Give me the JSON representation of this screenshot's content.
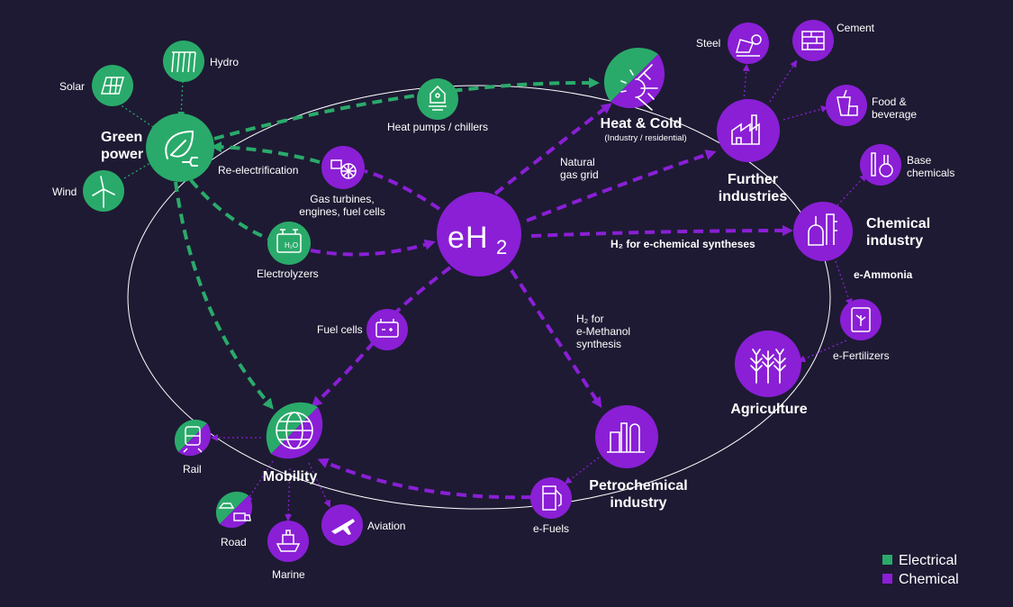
{
  "colors": {
    "background": "#1e1a33",
    "electrical": "#2aaa6a",
    "chemical": "#8a1fd6"
  },
  "center": {
    "label_e": "e",
    "label_h": "H",
    "label_sub": "2"
  },
  "labels": {
    "green_power": "Green\npower",
    "solar": "Solar",
    "hydro": "Hydro",
    "wind": "Wind",
    "heat_pumps": "Heat pumps / chillers",
    "re_electrification": "Re-electrification",
    "gas_turbines": "Gas turbines,\nengines, fuel cells",
    "electrolyzers": "Electrolyzers",
    "heat_cold": "Heat & Cold",
    "heat_cold_sub": "(Industry / residential)",
    "natural_gas_grid": "Natural\ngas grid",
    "steel": "Steel",
    "cement": "Cement",
    "food_beverage": "Food &\nbeverage",
    "further_industries": "Further\nindustries",
    "base_chemicals": "Base\nchemicals",
    "chemical_industry": "Chemical\nindustry",
    "e_chemical": "H₂ for e-chemical syntheses",
    "e_ammonia": "e-Ammonia",
    "e_fertilizers": "e-Fertilizers",
    "agriculture": "Agriculture",
    "fuel_cells": "Fuel cells",
    "e_methanol": "H₂ for\ne-Methanol\nsynthesis",
    "petrochemical": "Petrochemical\nindustry",
    "e_fuels": "e-Fuels",
    "mobility": "Mobility",
    "rail": "Rail",
    "road": "Road",
    "marine": "Marine",
    "aviation": "Aviation"
  },
  "legend": [
    {
      "label": "Electrical",
      "color": "#2aaa6a"
    },
    {
      "label": "Chemical",
      "color": "#8a1fd6"
    }
  ],
  "icons": {
    "green_power": "plug-leaf-icon",
    "solar": "solar-panel-icon",
    "hydro": "hydro-dam-icon",
    "wind": "wind-turbine-icon",
    "heat_pumps": "heat-pump-icon",
    "gas_turbines": "turbine-icon",
    "electrolyzers": "electrolyzer-icon",
    "hydrogen": "hydrogen-icon",
    "heat_cold": "sun-snowflake-icon",
    "steel": "steel-ladle-icon",
    "cement": "bricks-icon",
    "food": "food-icon",
    "further_industries": "factory-icon",
    "base_chemicals": "flask-icon",
    "chemical_industry": "chemical-plant-icon",
    "e_fertilizers": "fertilizer-bag-icon",
    "agriculture": "wheat-icon",
    "fuel_cells": "battery-icon",
    "petrochemical": "refinery-icon",
    "e_fuels": "fuel-pump-icon",
    "mobility": "globe-icon",
    "rail": "train-icon",
    "road": "car-truck-icon",
    "marine": "ship-icon",
    "aviation": "plane-icon"
  }
}
